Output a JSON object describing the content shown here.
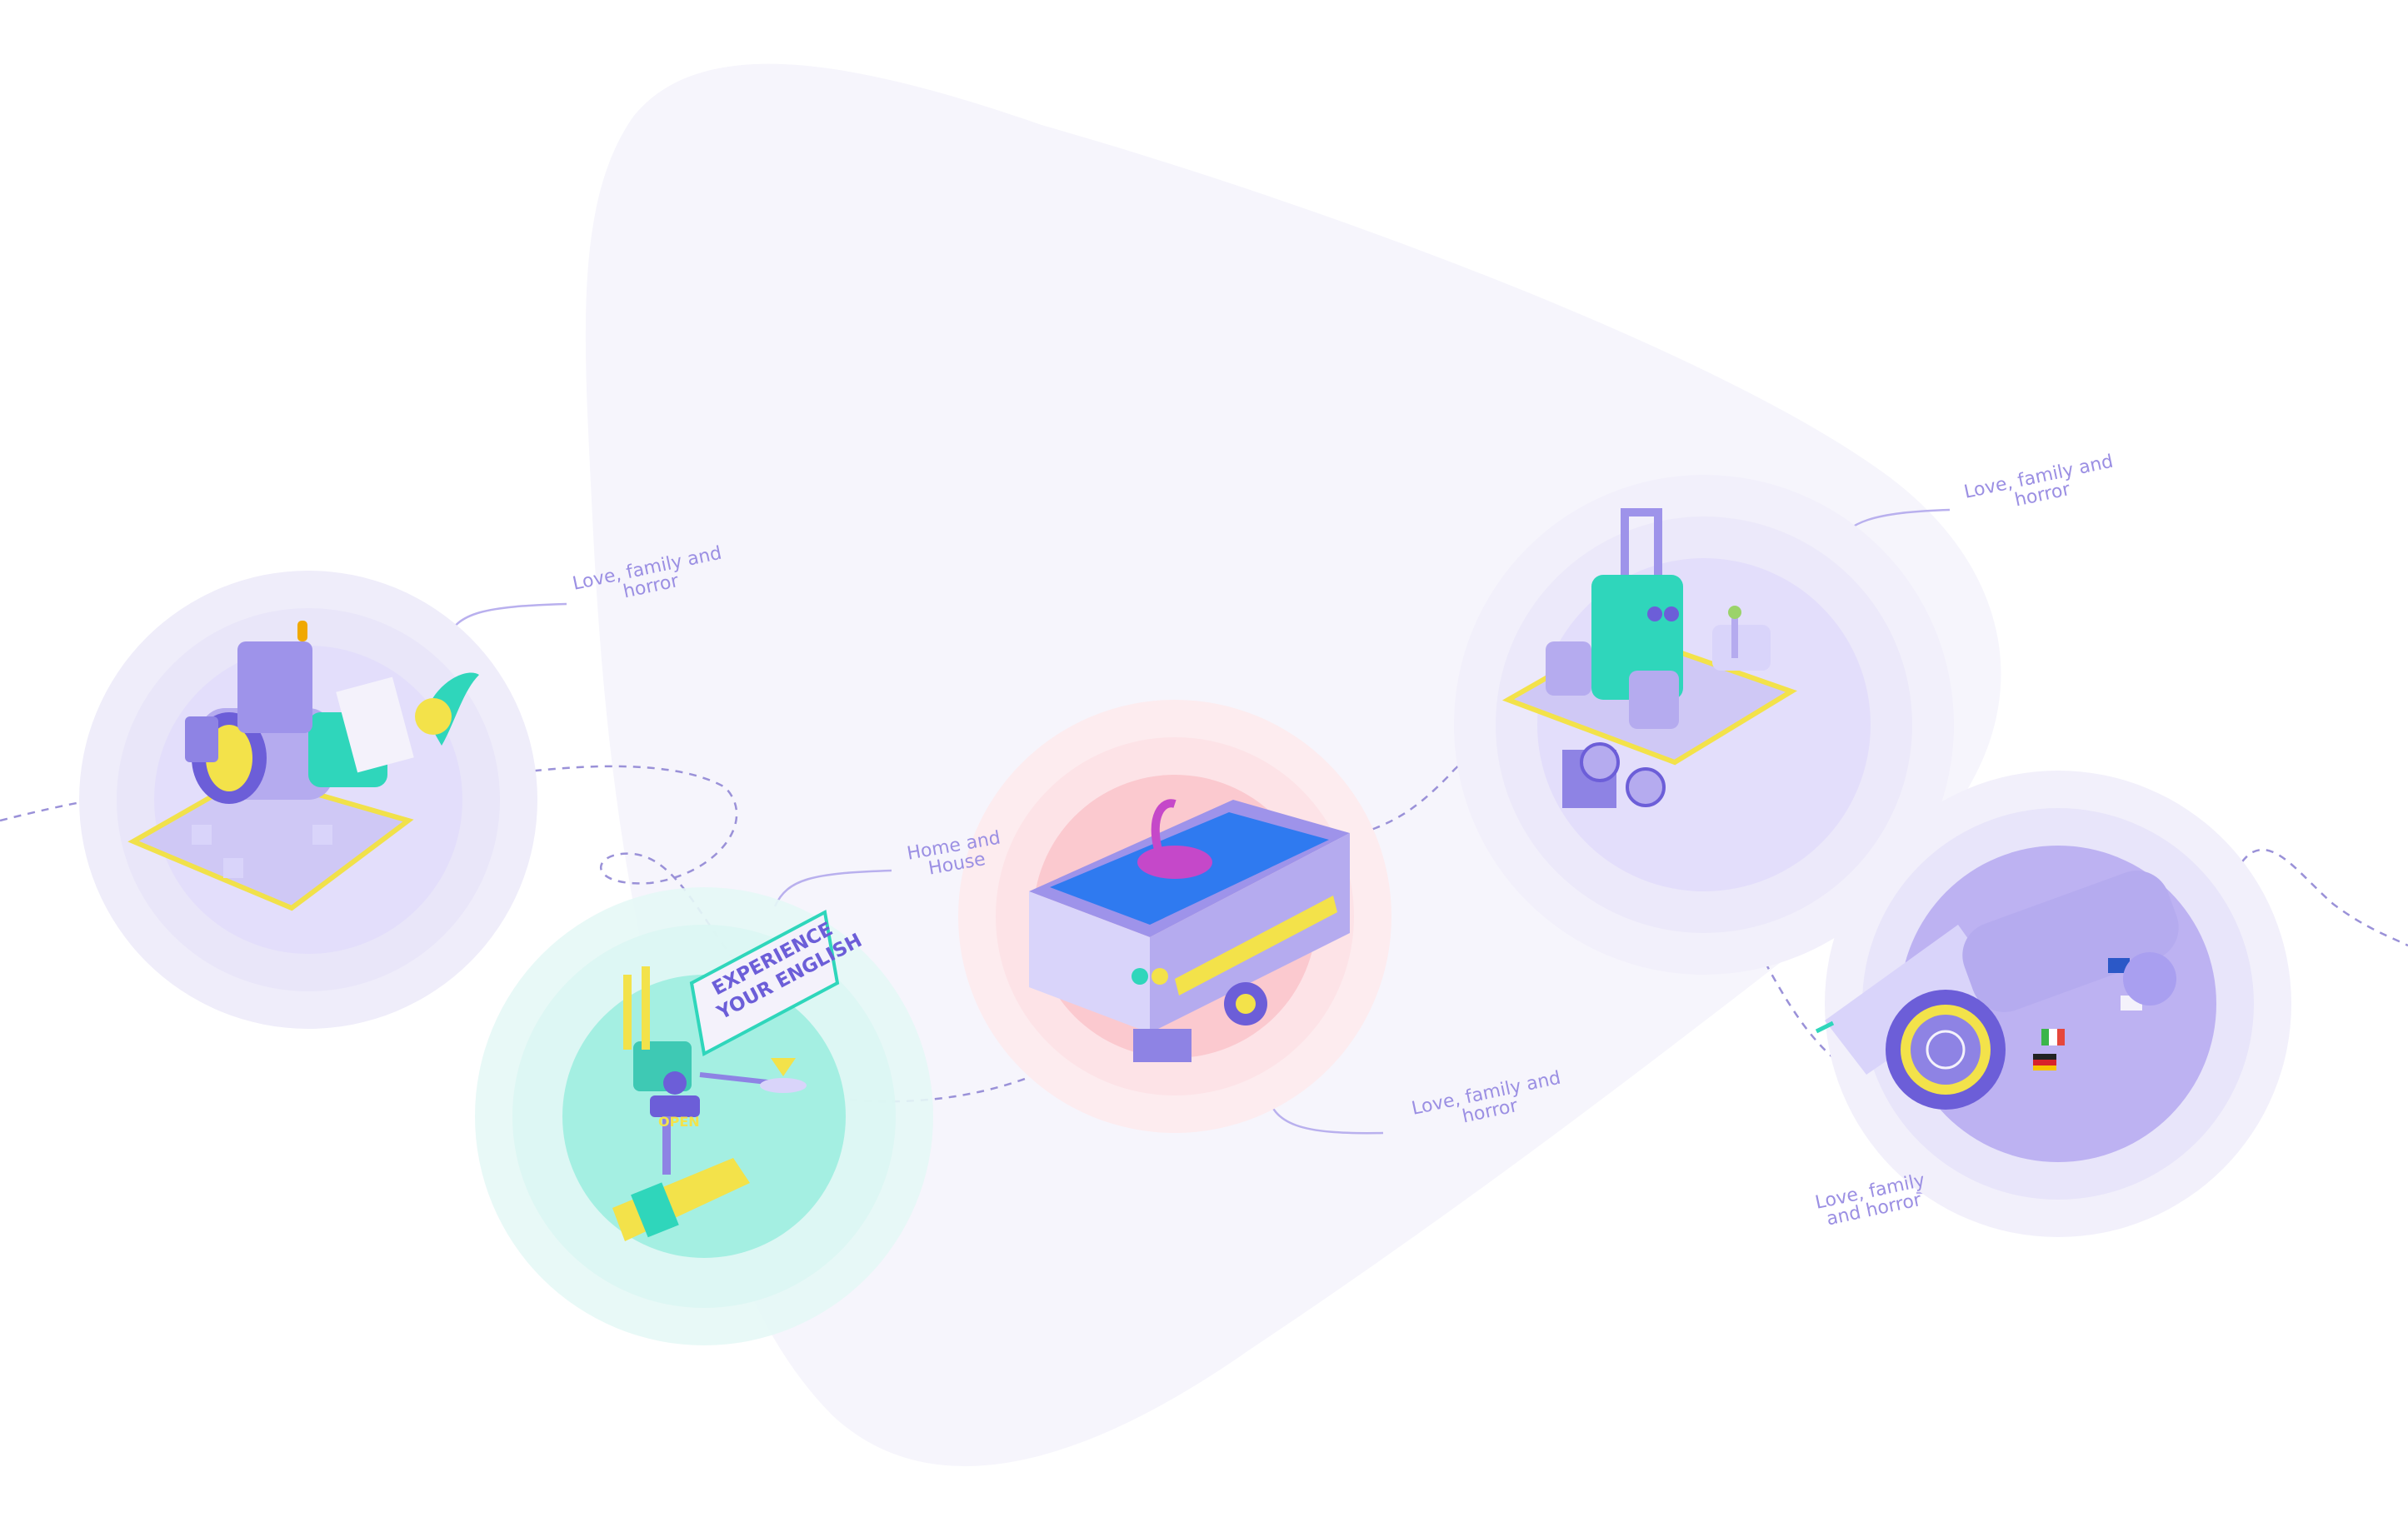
{
  "colors": {
    "blob": "#f6f5fc",
    "halo": "#efedfa",
    "halo_teal": "#e6f8f6",
    "halo_pink": "#fdecef",
    "disk_lavender": "#e3defb",
    "disk_teal": "#a4efe2",
    "disk_pink": "#fbc9cf",
    "disk_violet": "#bdb2f2",
    "path": "#9a91d8",
    "label": "#9b8fe3"
  },
  "stations": [
    {
      "name": "typewriter-machine",
      "label_lines": [
        "Love, family and",
        "horror"
      ]
    },
    {
      "name": "robot-waiter",
      "label_lines": [
        "Home and",
        "House"
      ],
      "sign": [
        "EXPERIENCE",
        "YOUR ENGLISH"
      ],
      "badge": "OPEN"
    },
    {
      "name": "pool-cart",
      "label_lines": [
        "Love, family and",
        "horror"
      ]
    },
    {
      "name": "suitcase-platform",
      "label_lines": [
        "Love, family and",
        "horror"
      ]
    },
    {
      "name": "flag-spaceship",
      "label_lines": [
        "Love, family",
        "and horror"
      ]
    }
  ]
}
